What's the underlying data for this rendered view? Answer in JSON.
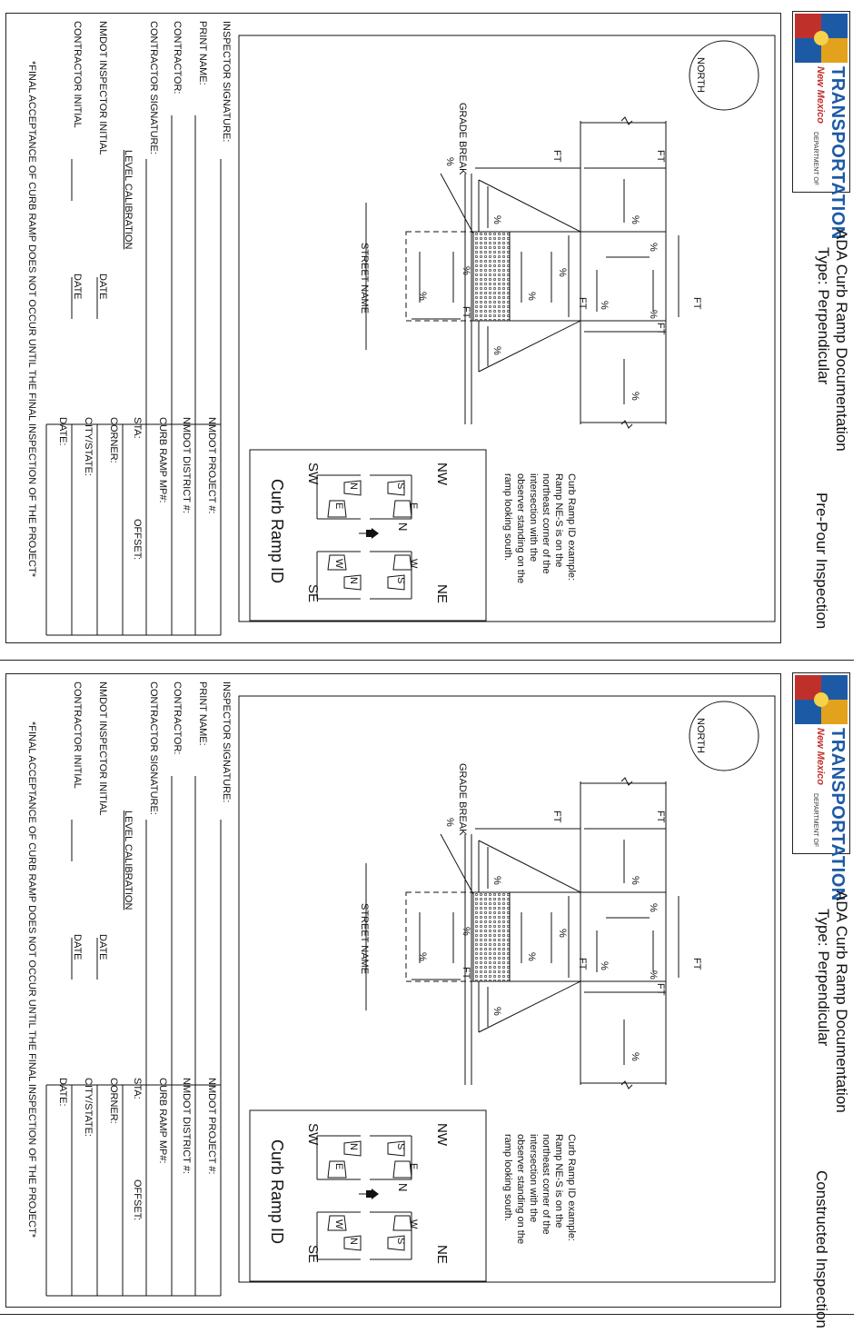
{
  "logo": {
    "state": "New Mexico",
    "dept": "DEPARTMENT OF",
    "name": "TRANSPORTATION"
  },
  "title": "ADA Curb Ramp Documentation",
  "type_label": "Type:",
  "type_value": "Perpendicular",
  "sheets": [
    {
      "inspection": "Pre-Pour Inspection"
    },
    {
      "inspection": "Constructed Inspection"
    }
  ],
  "drawing": {
    "north": "NORTH",
    "grade_break": "GRADE BREAK",
    "street_name": "STREET NAME",
    "ft": "FT",
    "pct": "%"
  },
  "curb_id": {
    "example": [
      "Curb Ramp ID example:",
      "Ramp NE-S is on the",
      "northeast corner of the",
      "intersection with the",
      "observer standing on the",
      "ramp looking south."
    ],
    "title": "Curb Ramp ID",
    "corners": {
      "nw": "NW",
      "ne": "NE",
      "sw": "SW",
      "se": "SE"
    },
    "letters": {
      "n": "N",
      "s": "S",
      "e": "E",
      "w": "W"
    }
  },
  "signatures": {
    "inspector_signature": "INSPECTOR SIGNATURE:",
    "print_name": "PRINT NAME:",
    "contractor": "CONTRACTOR:",
    "contractor_signature": "CONTRACTOR SIGNATURE:",
    "level_calibration": "LEVEL CALIBRATION",
    "nmdot_inspector_initial": "NMDOT INSPECTOR INITIAL",
    "contractor_initial": "CONTRACTOR INITIAL",
    "date": "DATE"
  },
  "project": {
    "project_no": "NMDOT PROJECT #:",
    "district": "NMDOT DISTRICT #:",
    "curb_ramp_mp": "CURB RAMP MP#:",
    "sta": "STA:",
    "offset": "OFFSET:",
    "corner": "CORNER:",
    "city_state": "CITY/STATE:",
    "date": "DATE:"
  },
  "footnote": "*FINAL ACCEPTANCE OF CURB RAMP DOES NOT OCCUR UNTIL THE FINAL INSPECTION OF THE PROJECT*"
}
